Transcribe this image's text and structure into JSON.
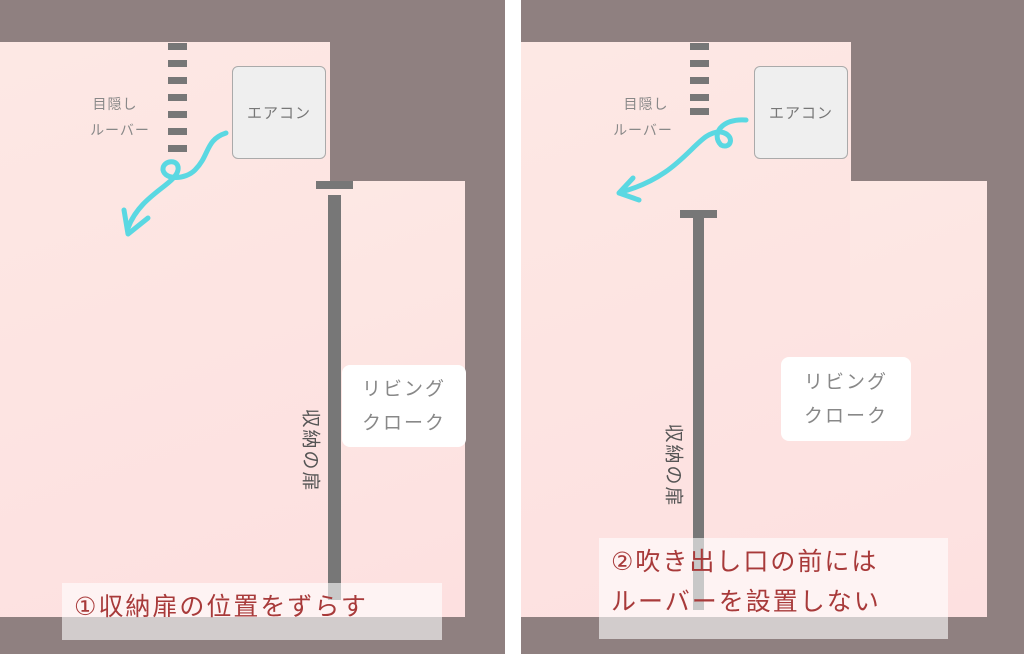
{
  "panels": [
    {
      "louver_label_1": "目隠し",
      "louver_label_2": "ルーバー",
      "aircon": "エアコン",
      "room_line1": "リビング",
      "room_line2": "クローク",
      "door_label": "収納の扉",
      "caption": [
        "①収納扉の位置をずらす"
      ]
    },
    {
      "louver_label_1": "目隠し",
      "louver_label_2": "ルーバー",
      "aircon": "エアコン",
      "room_line1": "リビング",
      "room_line2": "クローク",
      "door_label": "収納の扉",
      "caption": [
        "②吹き出し口の前には",
        "ルーバーを設置しない"
      ]
    }
  ],
  "colors": {
    "wall": "#8f8080",
    "floor": "#fde4e2",
    "airflow": "#5ad8e2",
    "caption": "#a83a3a"
  }
}
